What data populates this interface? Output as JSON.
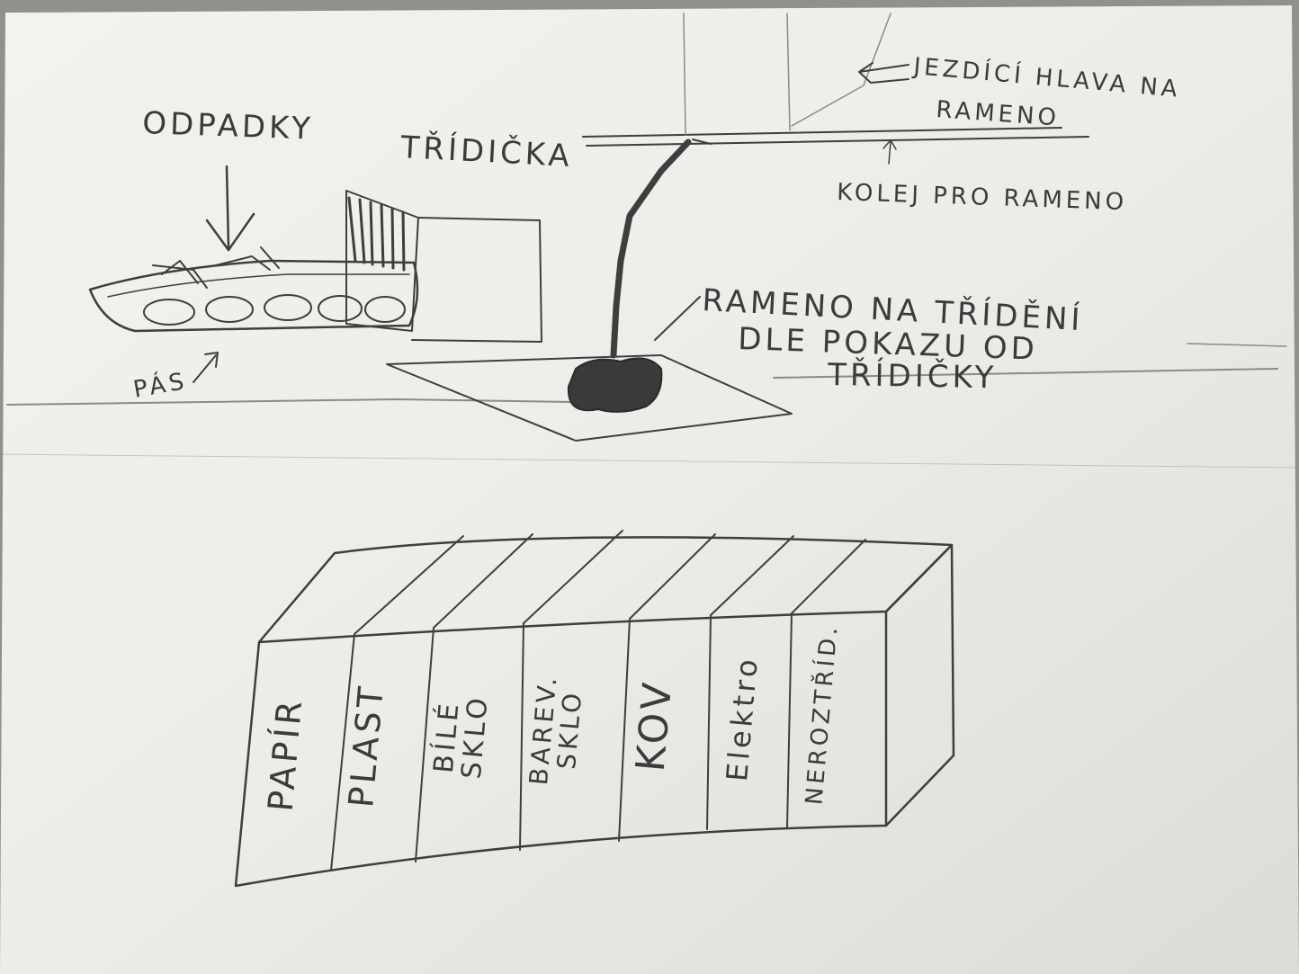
{
  "labels": {
    "odpadky": "ODPADKY",
    "tridicka": "TŘÍDIČKA",
    "jezdici_hlava": "JEZDÍCÍ HLAVA NA",
    "rameno_top": "RAMENO",
    "kolej": "KOLEJ PRO RAMENO",
    "rameno_line1": "RAMENO NA TŘÍDĚNÍ",
    "rameno_line2": "DLE POKAZU OD",
    "rameno_line3": "TŘÍDIČKY",
    "pas": "PÁS"
  },
  "bins": [
    {
      "label": "PAPÍR"
    },
    {
      "label": "PLAST"
    },
    {
      "label": "BÍLÉ SKLO"
    },
    {
      "label": "BAREV. SKLO"
    },
    {
      "label": "KOV"
    },
    {
      "label": "Elektro"
    },
    {
      "label": "NEROZTŘÍD."
    }
  ]
}
